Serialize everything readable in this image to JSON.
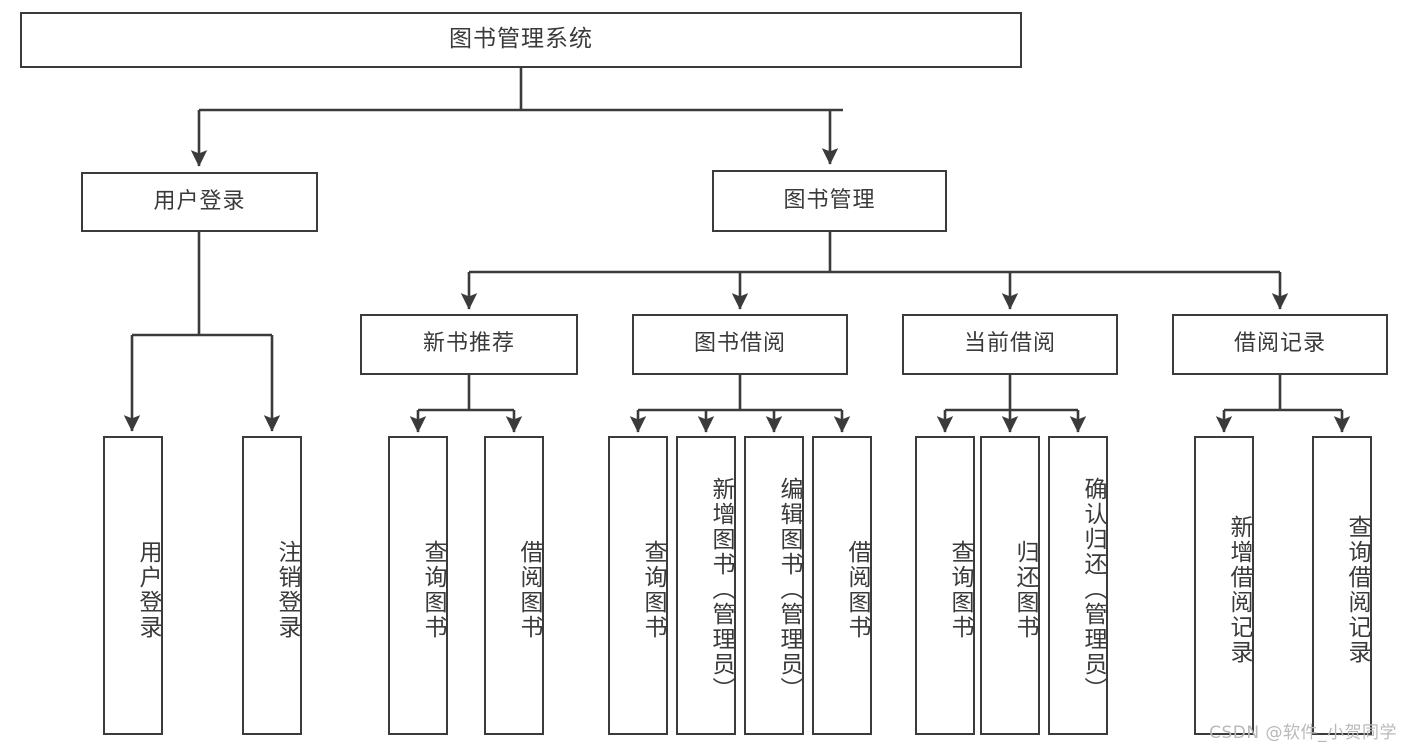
{
  "diagram": {
    "title": "图书管理系统",
    "watermark": "CSDN @软件_小贺同学",
    "colors": {
      "stroke": "#3b3b3b",
      "fill": "#ffffff",
      "text": "#3a3a3a",
      "watermark": "#b9b9b9"
    },
    "root": {
      "label": "图书管理系统"
    },
    "level2": [
      {
        "label": "用户登录"
      },
      {
        "label": "图书管理"
      }
    ],
    "level3": [
      {
        "label": "新书推荐"
      },
      {
        "label": "图书借阅"
      },
      {
        "label": "当前借阅"
      },
      {
        "label": "借阅记录"
      }
    ],
    "leaves": {
      "user_login": [
        {
          "label": "用户登录"
        },
        {
          "label": "注销登录"
        }
      ],
      "new_book_recommend": [
        {
          "label": "查询图书"
        },
        {
          "label": "借阅图书"
        }
      ],
      "book_borrow": [
        {
          "label": "查询图书"
        },
        {
          "label": "新增图书（管理员）"
        },
        {
          "label": "编辑图书（管理员）"
        },
        {
          "label": "借阅图书"
        }
      ],
      "current_borrow": [
        {
          "label": "查询图书"
        },
        {
          "label": "归还图书"
        },
        {
          "label": "确认归还（管理员）"
        }
      ],
      "borrow_records": [
        {
          "label": "新增借阅记录"
        },
        {
          "label": "查询借阅记录"
        }
      ]
    }
  }
}
